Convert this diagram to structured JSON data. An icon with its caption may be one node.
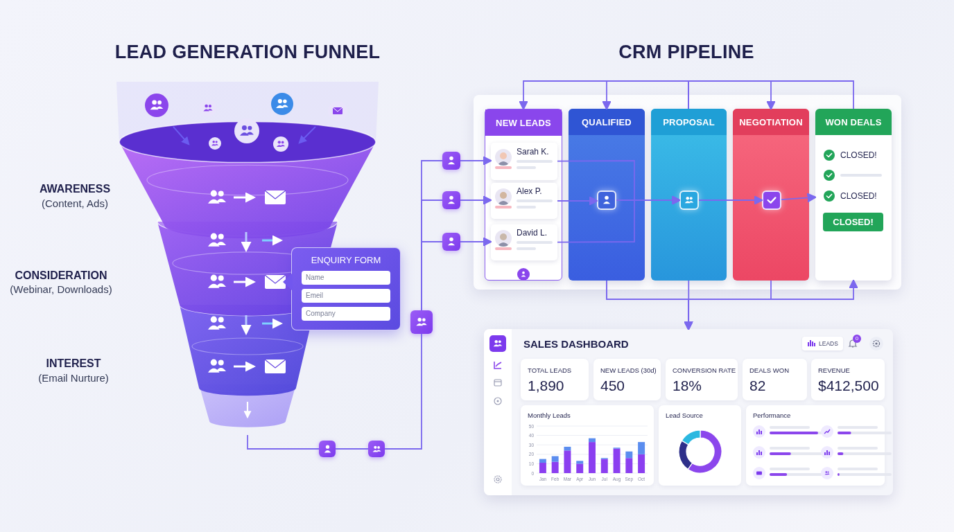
{
  "diagram": {
    "nodes": [
      {
        "text": [],
        "shape": "funnel"
      },
      {
        "text": [
          "ENQUIRY FORM",
          "Name",
          "Emeil",
          "Company"
        ]
      },
      {
        "text": [],
        "shape": "box"
      },
      {
        "text": [],
        "shape": "box"
      },
      {
        "text": [],
        "shape": "box"
      },
      {
        "text": [],
        "shape": "box"
      },
      {
        "text": [],
        "shape": "box"
      },
      {
        "text": [],
        "shape": "box"
      },
      {
        "text": [
          "NEW LEADS"
        ]
      },
      {
        "text": [
          "Sarah K."
        ],
        "in": 8
      },
      {
        "text": [
          "Alex P."
        ],
        "in": 8
      },
      {
        "text": [
          "David L."
        ],
        "in": 8
      },
      {
        "text": [
          "QUALIFIED"
        ]
      },
      {
        "text": [],
        "shape": "box",
        "in": 12
      },
      {
        "text": [
          "PROPOSAL"
        ]
      },
      {
        "text": [],
        "shape": "box",
        "in": 14
      },
      {
        "text": [
          "NEGOTIATION"
        ]
      },
      {
        "text": [],
        "shape": "box",
        "in": 16
      },
      {
        "text": [
          "WON DEALS",
          "CLOSED!",
          "CLOSED!",
          "CLOSED!"
        ]
      },
      {
        "text": [
          "SALES DASHBOARD"
        ]
      },
      {
        "text": [
          "TOTAL LEADS",
          "1,890"
        ],
        "in": 19
      },
      {
        "text": [
          "NEW LEADS (30d)",
          "450"
        ],
        "in": 19
      },
      {
        "text": [
          "CONVERSION RATE",
          "18%"
        ],
        "in": 19
      },
      {
        "text": [
          "DEALS WON",
          "82"
        ],
        "in": 19
      },
      {
        "text": [
          "REVENUE",
          "$412,500"
        ],
        "in": 19
      },
      {
        "text": [],
        "shape": "box",
        "in": 19
      },
      {
        "text": [
          "Lead Source"
        ],
        "in": 19
      },
      {
        "text": [
          "Performance"
        ],
        "in": 19
      }
    ],
    "edges": [
      {
        "from": 0,
        "to": 6,
        "arrow": "none"
      },
      {
        "from": 6,
        "to": 7,
        "arrow": "none"
      },
      {
        "from": 7,
        "to": 2,
        "arrow": "none"
      },
      {
        "from": 2,
        "to": 3,
        "arrow": "none"
      },
      {
        "from": 2,
        "to": 4,
        "arrow": "none"
      },
      {
        "from": 2,
        "to": 5,
        "arrow": "none"
      },
      {
        "from": 3,
        "to": 9,
        "arrow": "to"
      },
      {
        "from": 4,
        "to": 10,
        "arrow": "to"
      },
      {
        "from": 5,
        "to": 11,
        "arrow": "to"
      },
      {
        "from": 9,
        "to": 15,
        "arrow": "to"
      },
      {
        "from": 10,
        "to": 13,
        "arrow": "to"
      },
      {
        "from": 13,
        "to": 15,
        "arrow": "to"
      },
      {
        "from": 11,
        "to": 15,
        "arrow": "to"
      },
      {
        "from": 15,
        "to": 17,
        "arrow": "to"
      },
      {
        "from": 17,
        "to": 18,
        "arrow": "to"
      },
      {
        "from": 14,
        "to": 8,
        "arrow": "to"
      },
      {
        "from": 14,
        "to": 12,
        "arrow": "to"
      },
      {
        "from": 14,
        "to": 16,
        "arrow": "to"
      },
      {
        "from": 18,
        "to": 14,
        "arrow": "none"
      },
      {
        "from": 12,
        "to": 19,
        "arrow": "to"
      },
      {
        "from": 14,
        "to": 19,
        "arrow": "to"
      },
      {
        "from": 16,
        "to": 19,
        "arrow": "to"
      },
      {
        "from": 12,
        "to": 18,
        "arrow": "to"
      }
    ],
    "labels": [
      "LEAD GENERATION FUNNEL",
      "CRM PIPELINE",
      "AWARENESS",
      "(Content, Ads)",
      "CONSIDERATION",
      "(Webinar, Downloads)",
      "INTEREST",
      "(Email Nurture)",
      "LEADS",
      "0"
    ],
    "chart_data": {
      "type": "bar",
      "title": "Monthly Leads",
      "categories": [
        "Jan",
        "Feb",
        "Mar",
        "Apr",
        "Jun",
        "Jul",
        "Aug",
        "Sep",
        "Oct"
      ],
      "series": [
        {
          "color": "#8b3ff0",
          "values": [
            11,
            12,
            24,
            10,
            33,
            15,
            26,
            16,
            20
          ]
        },
        {
          "color": "#5b8def",
          "values": [
            4,
            6,
            4,
            3,
            4,
            1,
            1,
            7,
            13
          ]
        }
      ],
      "stacked": true,
      "grid": true,
      "ylim": [
        0,
        50
      ],
      "yticks": [
        0,
        10,
        20,
        30,
        40,
        50
      ]
    }
  }
}
